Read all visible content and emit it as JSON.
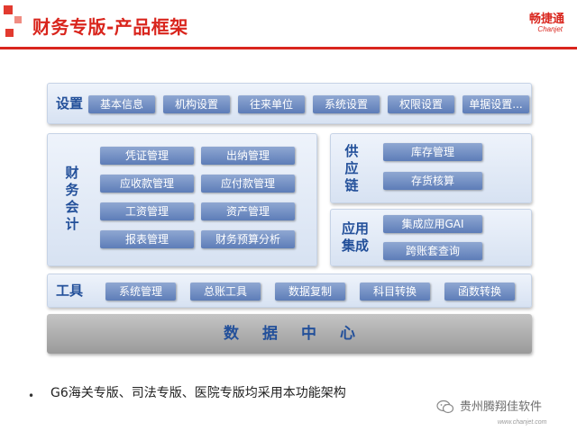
{
  "header": {
    "title": "财务专版-产品框架",
    "logo_cn": "畅捷通",
    "logo_en": "Chanjet"
  },
  "settings": {
    "label": "设置",
    "items": [
      "基本信息",
      "机构设置",
      "往来单位",
      "系统设置",
      "权限设置",
      "单据设置..."
    ]
  },
  "finance": {
    "label": "财务会计",
    "items": [
      "凭证管理",
      "出纳管理",
      "应收款管理",
      "应付款管理",
      "工资管理",
      "资产管理",
      "报表管理",
      "财务预算分析"
    ]
  },
  "supply_chain": {
    "label": "供应链",
    "items": [
      "库存管理",
      "存货核算"
    ]
  },
  "integration": {
    "label": "应用集成",
    "items": [
      "集成应用GAI",
      "跨账套查询"
    ]
  },
  "tools": {
    "label": "工具",
    "items": [
      "系统管理",
      "总账工具",
      "数据复制",
      "科目转换",
      "函数转换"
    ]
  },
  "data_center": {
    "label": "数据中心"
  },
  "bullet": {
    "text": "G6海关专版、司法专版、医院专版均采用本功能架构"
  },
  "watermark": {
    "text": "贵州腾翔佳软件"
  },
  "footer": {
    "url": "www.chanjet.com"
  },
  "colors": {
    "accent_red": "#d9251d",
    "button_blue": "#6f8bc2",
    "label_blue": "#23509a",
    "panel_bg": "#e3eaf5",
    "data_center_gray": "#aaaaaa"
  }
}
